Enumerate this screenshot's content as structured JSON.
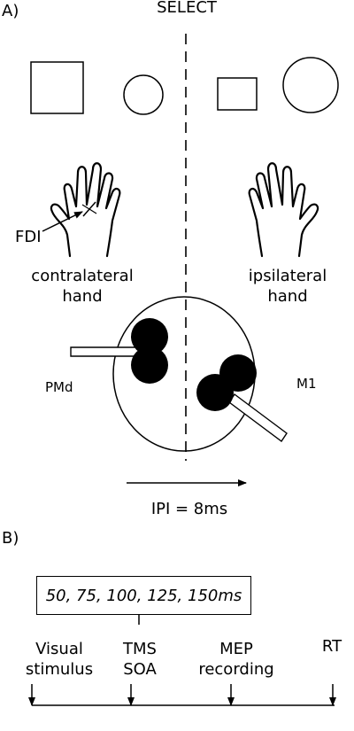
{
  "panel_a": {
    "label": "A)",
    "title": "SELECT",
    "fdi_label": "FDI",
    "contralateral_label": "contralateral\nhand",
    "ipsilateral_label": "ipsilateral\nhand",
    "pmd_label": "PMd",
    "m1_label": "M1",
    "ipi_label": "IPI = 8ms"
  },
  "panel_b": {
    "label": "B)",
    "soa_values": "50, 75, 100, 125, 150ms",
    "events": [
      "Visual\nstimulus",
      "TMS\nSOA",
      "MEP\nrecording",
      "RT"
    ]
  }
}
